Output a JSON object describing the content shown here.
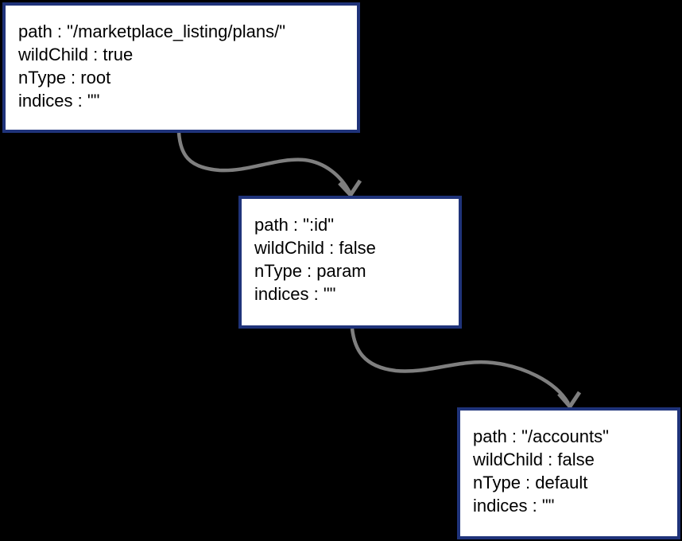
{
  "colors": {
    "background": "#000000",
    "node_fill": "#ffffff",
    "node_border": "#1f337a",
    "edge": "#7f7f7f",
    "text": "#000000"
  },
  "nodes": [
    {
      "name": "root-node",
      "fields": [
        "path : \"/marketplace_listing/plans/\"",
        "wildChild : true",
        "nType : root",
        "indices : \"\""
      ]
    },
    {
      "name": "param-node",
      "fields": [
        "path : \":id\"",
        "wildChild : false",
        "nType : param",
        "indices : \"\""
      ]
    },
    {
      "name": "default-node",
      "fields": [
        "path : \"/accounts\"",
        "wildChild : false",
        "nType : default",
        "indices : \"\""
      ]
    }
  ],
  "edges": [
    {
      "from": "root-node",
      "to": "param-node"
    },
    {
      "from": "param-node",
      "to": "default-node"
    }
  ]
}
